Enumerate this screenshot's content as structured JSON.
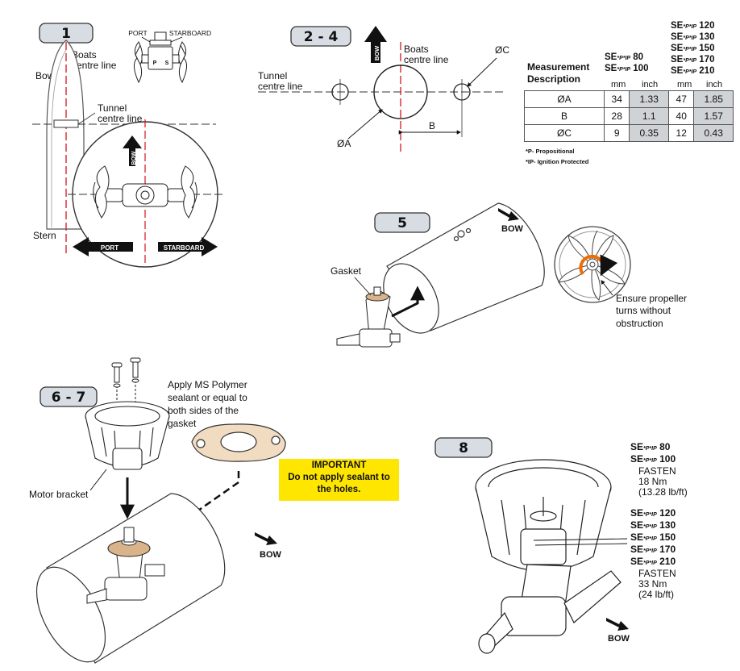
{
  "steps": {
    "s1": "1",
    "s2": "2 - 4",
    "s5": "5",
    "s6": "6 - 7",
    "s8": "8"
  },
  "fig1": {
    "port_label": "PORT",
    "starboard_label": "STARBOARD",
    "p": "P",
    "s": "S",
    "boats_centre_line": [
      "Boats",
      "centre line"
    ],
    "tunnel_centre_line": [
      "Tunnel",
      "centre line"
    ],
    "bow": "Bow",
    "stern": "Stern",
    "bow_arrow": "BOW",
    "port_arrow": "PORT",
    "starboard_arrow": "STARBOARD"
  },
  "fig2": {
    "bow_arrow": "BOW",
    "boats_centre_line": [
      "Boats",
      "centre line"
    ],
    "tunnel_centre_line": [
      "Tunnel",
      "centre line"
    ],
    "dia_c": "ØC",
    "dia_a": "ØA",
    "dim_b": "B"
  },
  "table": {
    "col_head": [
      "Measurement",
      "Description"
    ],
    "group1_models": [
      "SE",
      "80",
      "SE",
      "100"
    ],
    "group2_models": [
      [
        "SE",
        "120"
      ],
      [
        "SE",
        "130"
      ],
      [
        "SE",
        "150"
      ],
      [
        "SE",
        "170"
      ],
      [
        "SE",
        "210"
      ]
    ],
    "model_sub": "*P*IP",
    "units": [
      "mm",
      "inch",
      "mm",
      "inch"
    ],
    "rows": [
      {
        "label": "ØA",
        "mm1": "34",
        "in1": "1.33",
        "mm2": "47",
        "in2": "1.85"
      },
      {
        "label": "B",
        "mm1": "28",
        "in1": "1.1",
        "mm2": "40",
        "in2": "1.57"
      },
      {
        "label": "ØC",
        "mm1": "9",
        "in1": "0.35",
        "mm2": "12",
        "in2": "0.43"
      }
    ],
    "footnote1": "*P- Propositional",
    "footnote2": "*IP- Ignition Protected"
  },
  "fig5": {
    "bow": "BOW",
    "gasket": "Gasket",
    "note": [
      "Ensure propeller",
      "turns without",
      "obstruction"
    ]
  },
  "fig67": {
    "apply_note": [
      "Apply MS Polymer",
      "sealant or equal to",
      "both sides of the",
      "gasket"
    ],
    "motor_bracket": "Motor bracket",
    "important_title": "IMPORTANT",
    "important_text": [
      "Do not apply sealant to",
      "the holes."
    ],
    "bow": "BOW"
  },
  "fig8": {
    "group1": {
      "models": [
        "80",
        "100"
      ],
      "fasten": "FASTEN",
      "torque": "18 Nm",
      "torque_imp": "(13.28 lb/ft)"
    },
    "group2": {
      "models": [
        "120",
        "130",
        "150",
        "170",
        "210"
      ],
      "fasten": "FASTEN",
      "torque": "33 Nm",
      "torque_imp": "(24 lb/ft)"
    },
    "model_prefix": "SE",
    "model_sub": "*P*IP",
    "bow": "BOW"
  }
}
